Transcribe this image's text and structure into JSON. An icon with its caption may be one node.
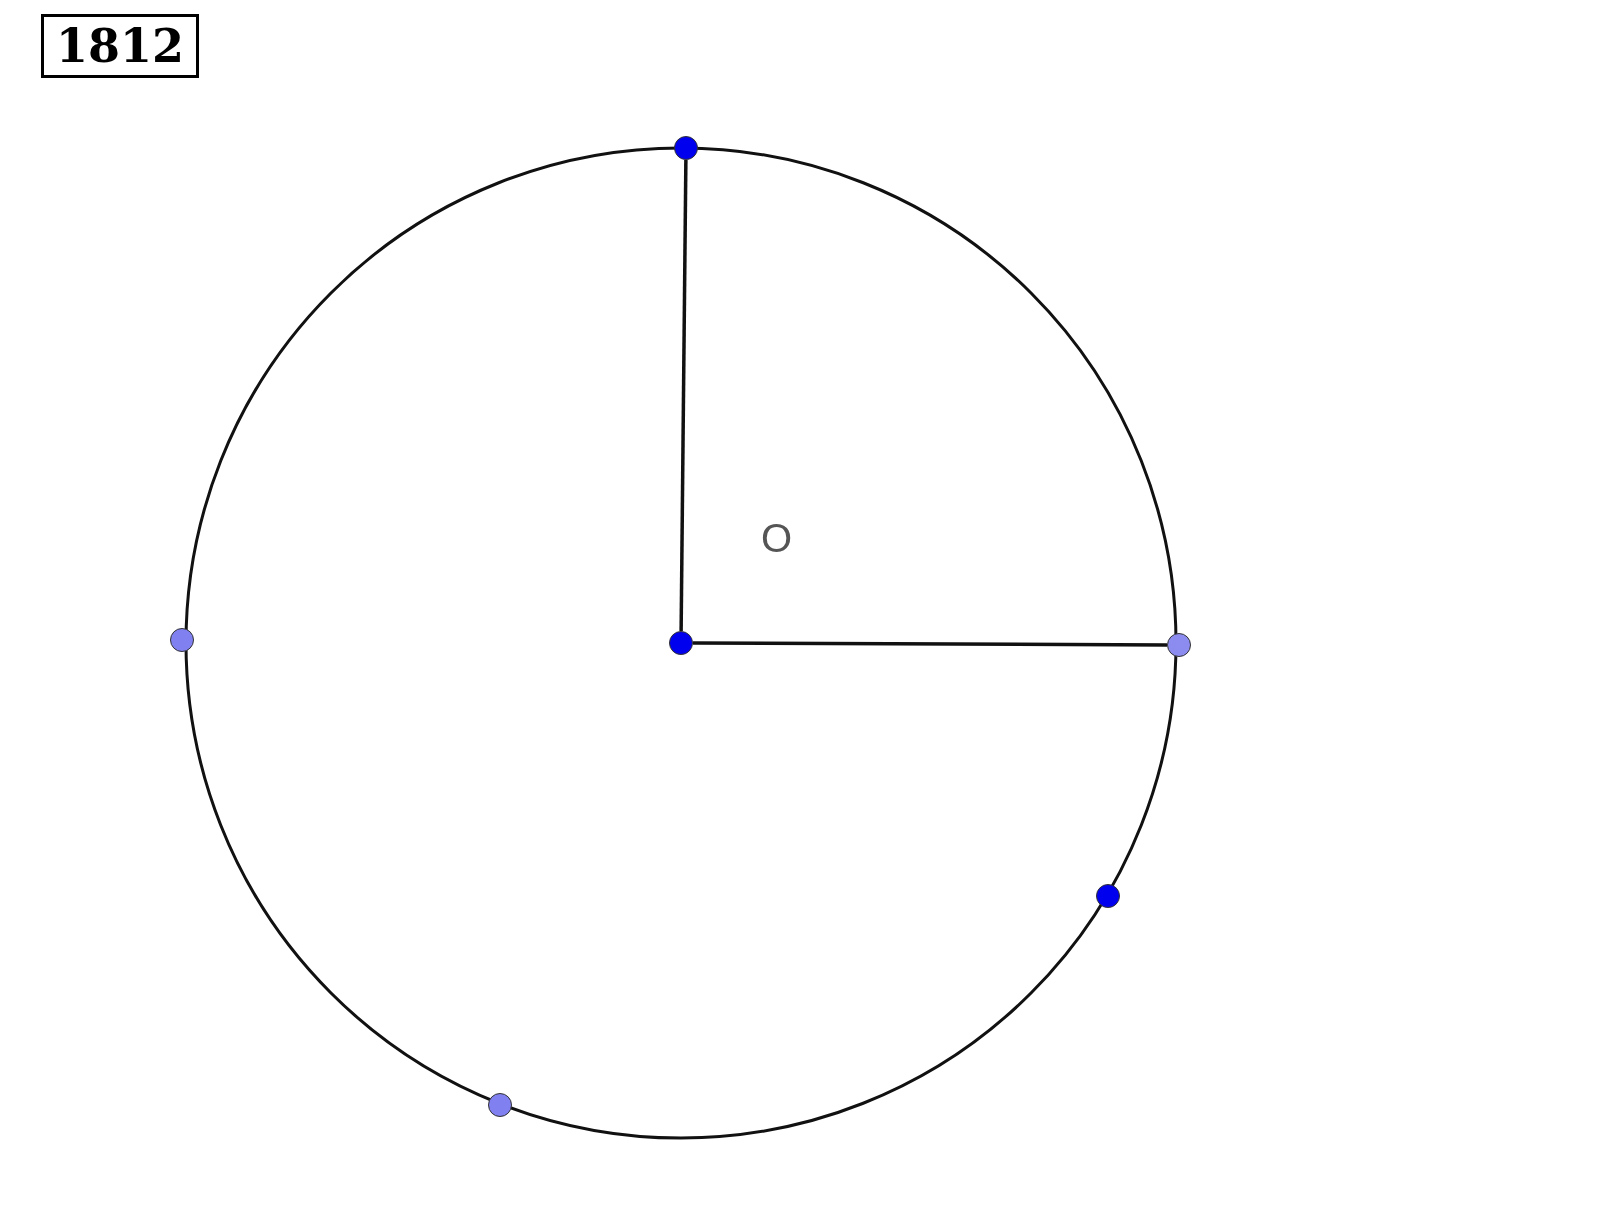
{
  "diagram": {
    "title": "1812",
    "nodes": [
      {
        "text": [],
        "shape": "circle"
      },
      {
        "text": [],
        "shape": "circle"
      },
      {
        "text": [],
        "shape": "circle",
        "beside": [
          "O"
        ]
      },
      {
        "text": [],
        "shape": "circle"
      },
      {
        "text": [],
        "shape": "circle"
      },
      {
        "text": [],
        "shape": "circle"
      }
    ],
    "edges": [
      {
        "from": 2,
        "to": 0,
        "arrow": "none"
      },
      {
        "from": 2,
        "to": 3,
        "arrow": "none"
      }
    ]
  }
}
